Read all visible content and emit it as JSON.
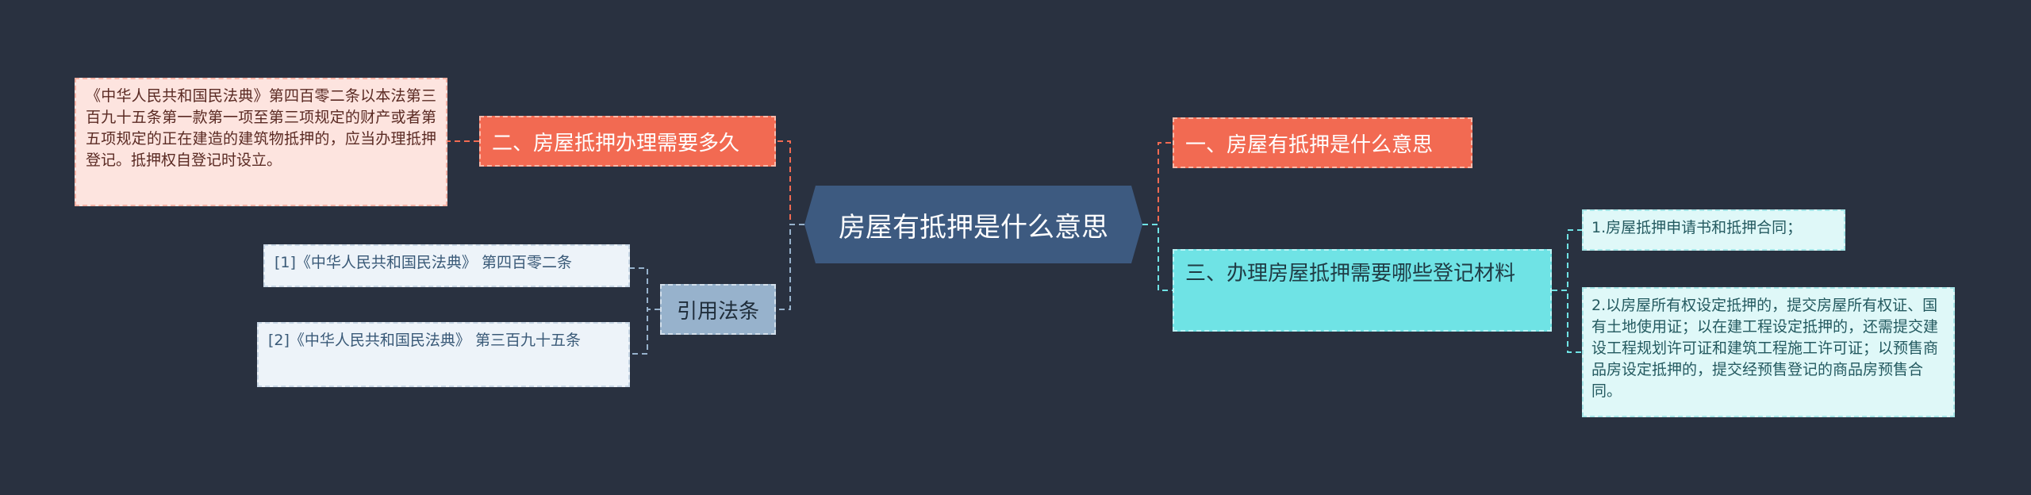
{
  "mindmap": {
    "root": "房屋有抵押是什么意思",
    "branch_1": "一、房屋有抵押是什么意思",
    "branch_2": "二、房屋抵押办理需要多久",
    "branch_2_detail": "《中华人民共和国民法典》第四百零二条以本法第三百九十五条第一款第一项至第三项规定的财产或者第五项规定的正在建造的建筑物抵押的，应当办理抵押登记。抵押权自登记时设立。",
    "branch_3": "三、办理房屋抵押需要哪些登记材料",
    "branch_3_items": [
      "1.房屋抵押申请书和抵押合同；",
      "2.以房屋所有权设定抵押的，提交房屋所有权证、国有土地使用证；以在建工程设定抵押的，还需提交建设工程规划许可证和建筑工程施工许可证；以预售商品房设定抵押的，提交经预售登记的商品房预售合同。"
    ],
    "citations": "引用法条",
    "citation_items": [
      "[1]《中华人民共和国民法典》 第四百零二条",
      "[2]《中华人民共和国民法典》 第三百九十五条"
    ]
  },
  "colors": {
    "background": "#293140",
    "root": "#3d5a80",
    "orange": "#f26a52",
    "cyan": "#6fe3e5",
    "steel": "#97b2cc"
  }
}
